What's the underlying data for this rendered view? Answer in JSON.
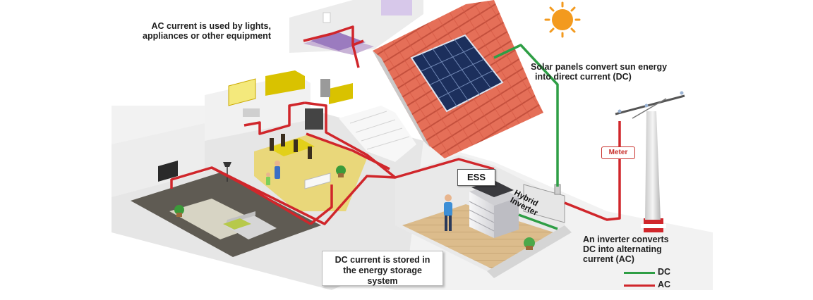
{
  "colors": {
    "dc_wire": "#2e9e45",
    "ac_wire": "#d0262b",
    "sun": "#f39a1e",
    "roof_tile": "#e26a53",
    "panel": "#1c2f5c",
    "floor_wood": "#d9b98a",
    "floor_dark": "#5b574f",
    "wall": "#ebebeb",
    "yellow_accent": "#d8c400",
    "battery": "#e4e4e6"
  },
  "labels": {
    "ac_usage": [
      "AC current is used by lights,",
      "appliances or other equipment"
    ],
    "solar_panels": [
      "Solar panels convert sun energy",
      "into direct current (DC)"
    ],
    "inverter_converts": [
      "An inverter converts",
      "DC into alternating",
      "current (AC)"
    ],
    "dc_storage": [
      "DC current is stored in",
      "the energy storage",
      "system"
    ],
    "ess": "ESS",
    "hybrid_inverter": [
      "Hybrid",
      "Inverter"
    ],
    "meter": "Meter"
  },
  "legend": [
    {
      "label": "DC",
      "color": "#2e9e45"
    },
    {
      "label": "AC",
      "color": "#d0262b"
    }
  ],
  "icons": [
    "sun-icon",
    "solar-panel",
    "utility-pole",
    "battery-cabinet",
    "person-figure",
    "plant-icon",
    "tv-icon",
    "sofa-icon"
  ]
}
